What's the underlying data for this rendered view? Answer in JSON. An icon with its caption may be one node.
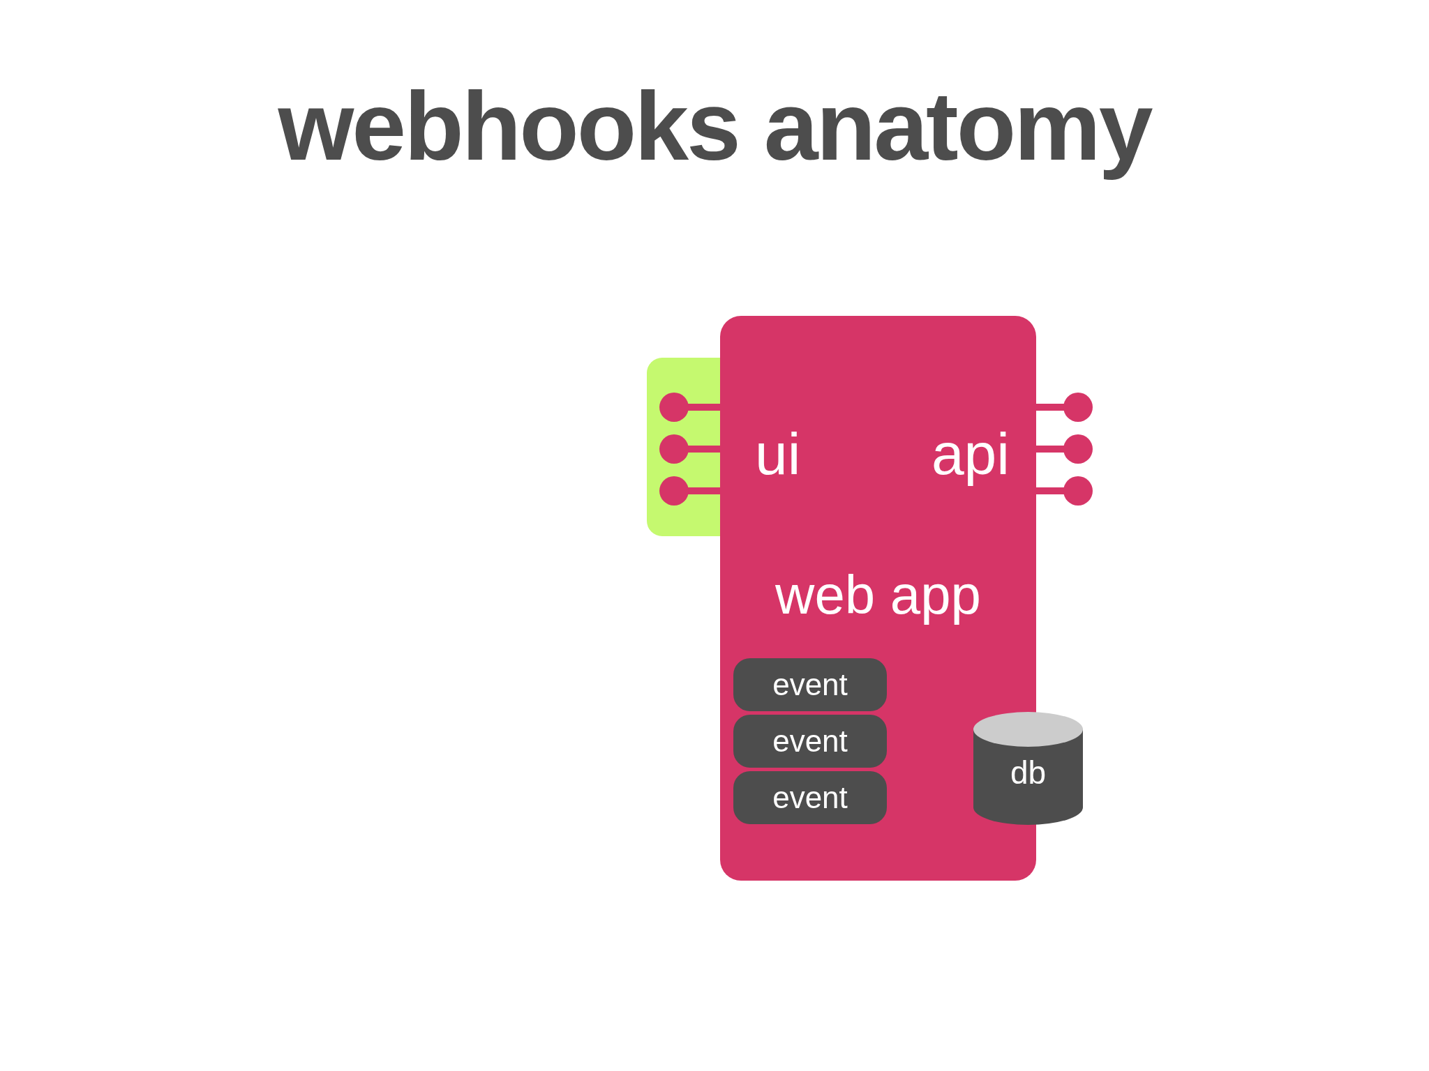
{
  "diagram": {
    "title": "webhooks anatomy",
    "nodes": [
      {
        "text": [
          "ui",
          "api",
          "web app"
        ]
      },
      {
        "text": [
          "event"
        ],
        "in": 0
      },
      {
        "text": [
          "event"
        ],
        "in": 0
      },
      {
        "text": [
          "event"
        ],
        "in": 0
      },
      {
        "text": [
          "db"
        ]
      }
    ],
    "edges": []
  }
}
